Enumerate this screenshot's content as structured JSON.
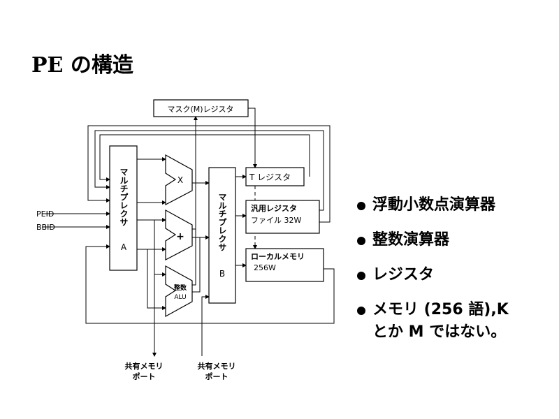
{
  "title": "PE の構造",
  "diagram": {
    "mask_register": "マスク(M)レジスタ",
    "mux_a": {
      "label": "マルチプレクサ",
      "suffix": "A"
    },
    "mux_b": {
      "label": "マルチプレクサ",
      "suffix": "B"
    },
    "multiplier": "X",
    "adder": "+",
    "alu": {
      "line1": "整数",
      "line2": "ALU"
    },
    "t_register": "T レジスタ",
    "general_register": {
      "line1": "汎用レジスタ",
      "line2": "ファイル 32W"
    },
    "local_memory": {
      "line1": "ローカルメモリ",
      "line2": "256W"
    },
    "inputs": [
      "PEID",
      "BBID"
    ],
    "shared_memory_port_1": {
      "line1": "共有メモリ",
      "line2": "ポート"
    },
    "shared_memory_port_2": {
      "line1": "共有メモリ",
      "line2": "ポート"
    }
  },
  "bullets": [
    "浮動小数点演算器",
    "整数演算器",
    "レジスタ",
    "メモリ (256 語),K とか M ではない。"
  ]
}
